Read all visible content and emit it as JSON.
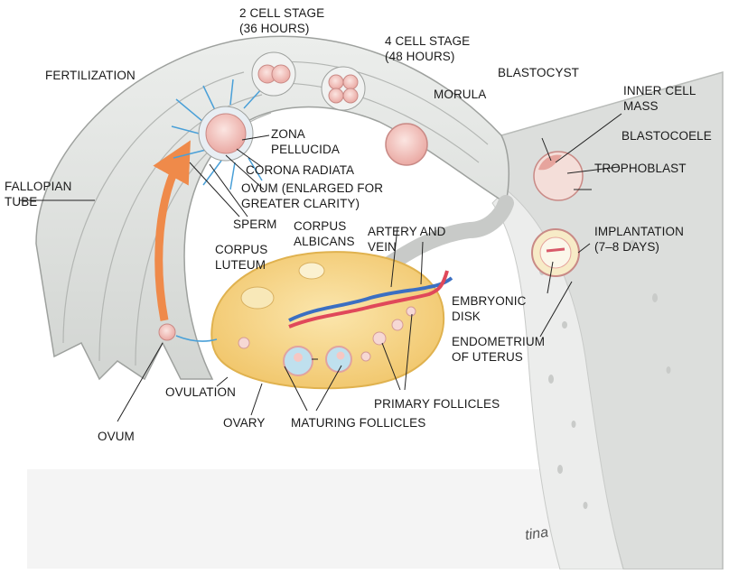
{
  "labels": {
    "two_cell_stage": "2 CELL STAGE\n(36 HOURS)",
    "four_cell_stage": "4 CELL STAGE\n(48 HOURS)",
    "fertilization": "FERTILIZATION",
    "morula": "MORULA",
    "blastocyst": "BLASTOCYST",
    "inner_cell_mass": "INNER CELL\nMASS",
    "blastocoele": "BLASTOCOELE",
    "trophoblast": "TROPHOBLAST",
    "zona_pellucida": "ZONA\nPELLUCIDA",
    "corona_radiata": "CORONA RADIATA",
    "ovum_enlarged": "OVUM (ENLARGED FOR\nGREATER CLARITY)",
    "fallopian_tube": "FALLOPIAN\nTUBE",
    "sperm": "SPERM",
    "corpus_albicans": "CORPUS\nALBICANS",
    "artery_and_vein": "ARTERY AND\nVEIN",
    "implantation": "IMPLANTATION\n(7–8 DAYS)",
    "corpus_luteum": "CORPUS\nLUTEUM",
    "embryonic_disk": "EMBRYONIC\nDISK",
    "endometrium": "ENDOMETRIUM\nOF UTERUS",
    "ovulation": "OVULATION",
    "primary_follicles": "PRIMARY FOLLICLES",
    "ovary": "OVARY",
    "maturing_follicles": "MATURING FOLLICLES",
    "ovum": "OVUM"
  },
  "colors": {
    "tube_fill": "#e2e4e2",
    "tube_shade": "#b9bcb9",
    "ovary_fill": "#f7d98a",
    "ovary_edge": "#e0b24f",
    "cell_fill": "#f6d4d0",
    "cell_edge": "#c98a86",
    "arrow": "#ef8a4a",
    "artery": "#e0485a",
    "vein": "#3b6fc2",
    "corona": "#4aa0d8",
    "leader": "#222222"
  },
  "signature_text": "tina"
}
